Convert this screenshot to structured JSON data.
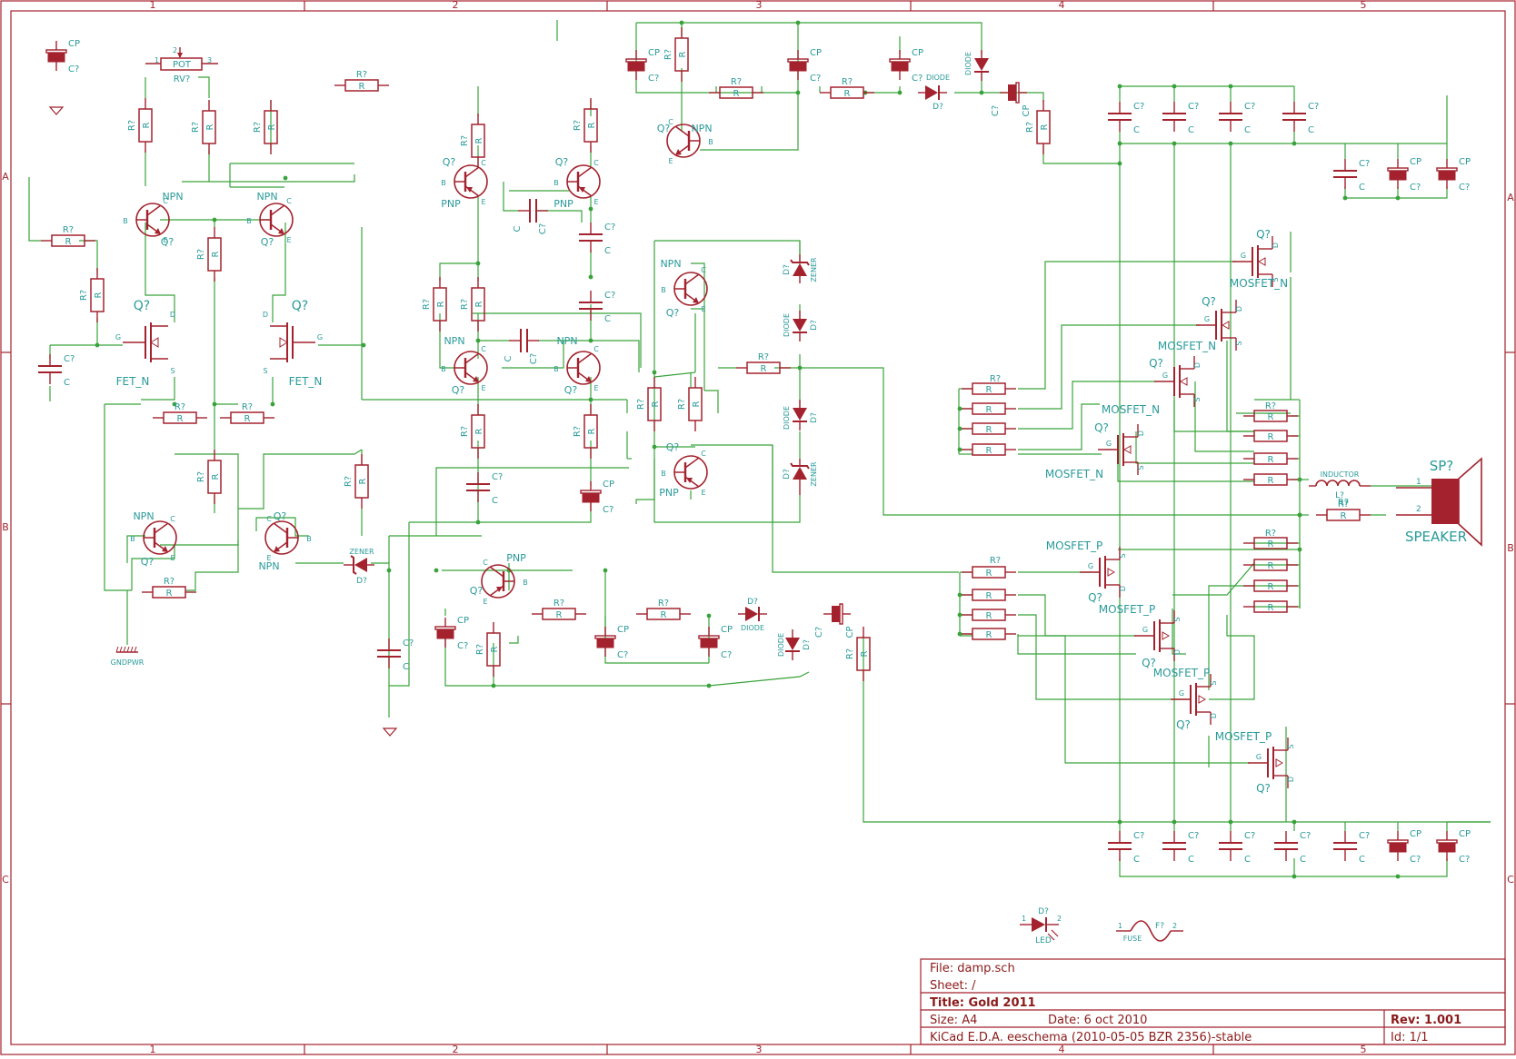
{
  "app": {
    "name": "KiCad eeschema",
    "view": "schematic sheet"
  },
  "colors": {
    "wire": "#39a33b",
    "component": "#a3222d",
    "label": "#2a9a9a",
    "frame": "#a3222d",
    "background": "#ffffff"
  },
  "border": {
    "columns": [
      "1",
      "2",
      "3",
      "4",
      "5"
    ],
    "rows": [
      "A",
      "B",
      "C"
    ]
  },
  "title_block": {
    "file": "File: damp.sch",
    "sheet": "Sheet: /",
    "title": "Title: Gold 2011",
    "size": "Size: A4",
    "date": "Date: 6 oct 2010",
    "rev": "Rev: 1.001",
    "tool": "KiCad E.D.A.  eeschema (2010-05-05 BZR 2356)-stable",
    "id": "Id: 1/1"
  },
  "components": {
    "resistor_ref": "R?",
    "resistor_value": "R",
    "capacitor_ref": "C?",
    "capacitor_value": "C",
    "polarized_cap_value": "CP",
    "transistor_ref": "Q?",
    "npn": "NPN",
    "pnp": "PNP",
    "fet_n": "FET_N",
    "mosfet_n": "MOSFET_N",
    "mosfet_p": "MOSFET_P",
    "diode_ref": "D?",
    "diode_value": "DIODE",
    "zener_value": "ZENER",
    "led_value": "LED",
    "fuse_ref": "F?",
    "fuse_value": "FUSE",
    "inductor_ref": "L?",
    "inductor_value": "INDUCTOR",
    "speaker_ref": "SP?",
    "speaker_value": "SPEAKER",
    "pot_ref": "RV?",
    "pot_value": "POT",
    "gnd_value": "GNDPWR"
  },
  "pins": {
    "b": "B",
    "c": "C",
    "e": "E",
    "g": "G",
    "d": "D",
    "s": "S",
    "p1": "1",
    "p2": "2",
    "p3": "3"
  }
}
